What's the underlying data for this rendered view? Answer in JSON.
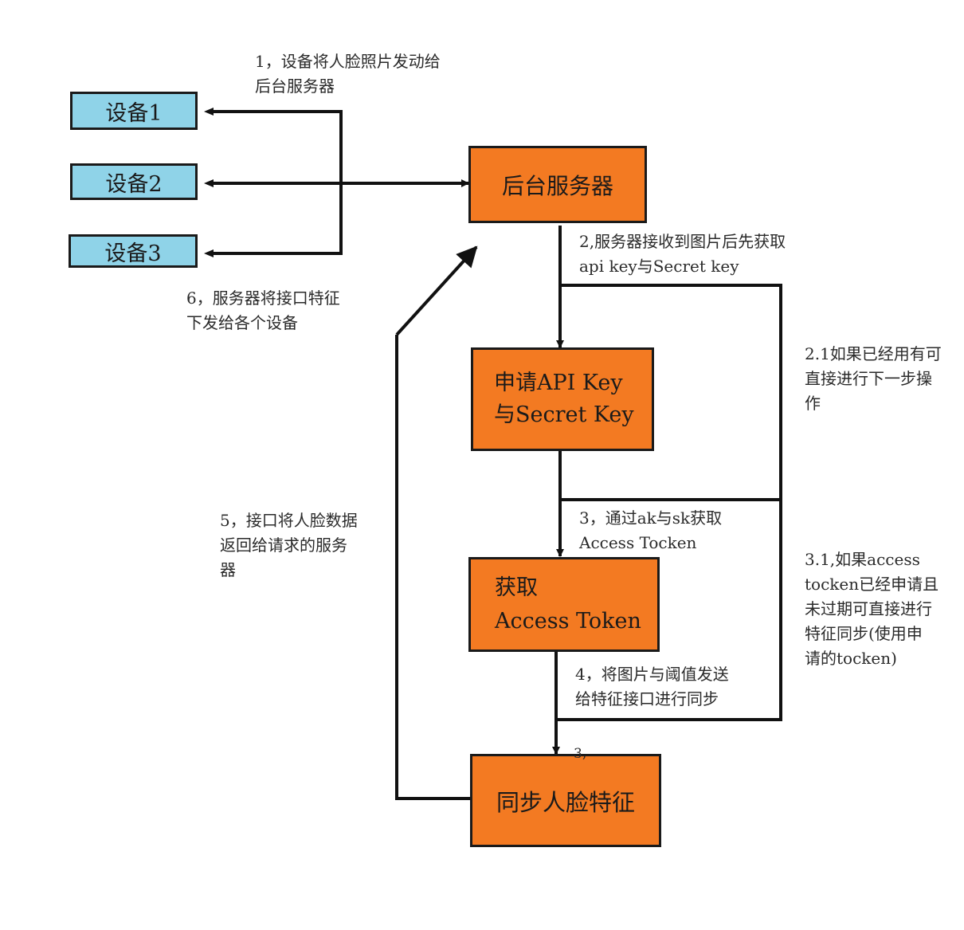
{
  "devices": [
    "设备1",
    "设备2",
    "设备3"
  ],
  "boxes": {
    "server": "后台服务器",
    "apply_line1": "申请API Key",
    "apply_line2": "与Secret Key",
    "token_line1": "获取",
    "token_line2": "Access Token",
    "sync": "同步人脸特征"
  },
  "labels": {
    "step1": [
      "1，设备将人脸照片发动给",
      "后台服务器"
    ],
    "step2": [
      "2,服务器接收到图片后先获取",
      "api key与Secret key"
    ],
    "step2_1": [
      "2.1如果已经用有可",
      "直接进行下一步操",
      "作"
    ],
    "step3": [
      "3，通过ak与sk获取",
      "Access Tocken"
    ],
    "step3_1": [
      "3.1,如果access",
      "tocken已经申请且",
      "未过期可直接进行",
      "特征同步(使用申",
      "请的tocken)"
    ],
    "step4": [
      "4，将图片与阈值发送",
      "给特征接口进行同步"
    ],
    "step4_mark": "3,",
    "step5": [
      "5，接口将人脸数据",
      "返回给请求的服务",
      "器"
    ],
    "step6": [
      "6，服务器将接口特征",
      "下发给各个设备"
    ]
  },
  "colors": {
    "device_fill": "#8fd3e8",
    "process_fill": "#f37a22",
    "line": "#111111"
  }
}
